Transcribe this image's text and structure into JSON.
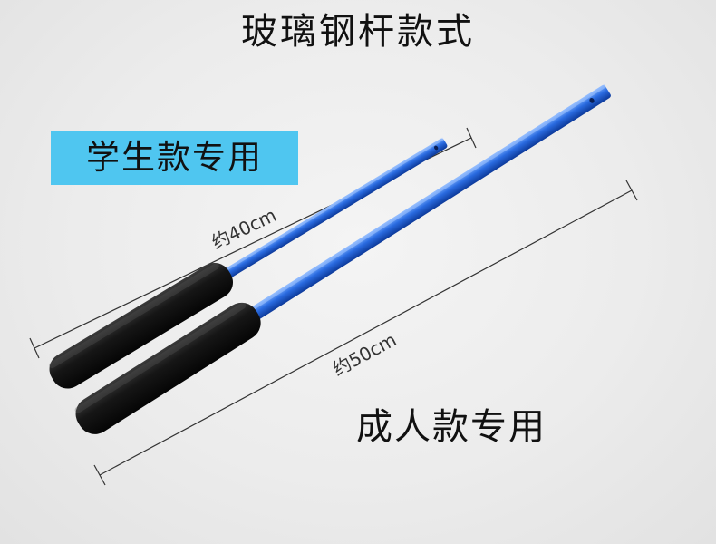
{
  "title": "玻璃钢杆款式",
  "badges": {
    "student": "学生款专用",
    "adult": "成人款专用"
  },
  "measurements": {
    "short": "约40cm",
    "long": "约50cm"
  },
  "colors": {
    "badge_bg": "#4fc6f0",
    "rod_blue": "#2c6ee0",
    "grip_black": "#141414",
    "measure_line": "#333333"
  }
}
